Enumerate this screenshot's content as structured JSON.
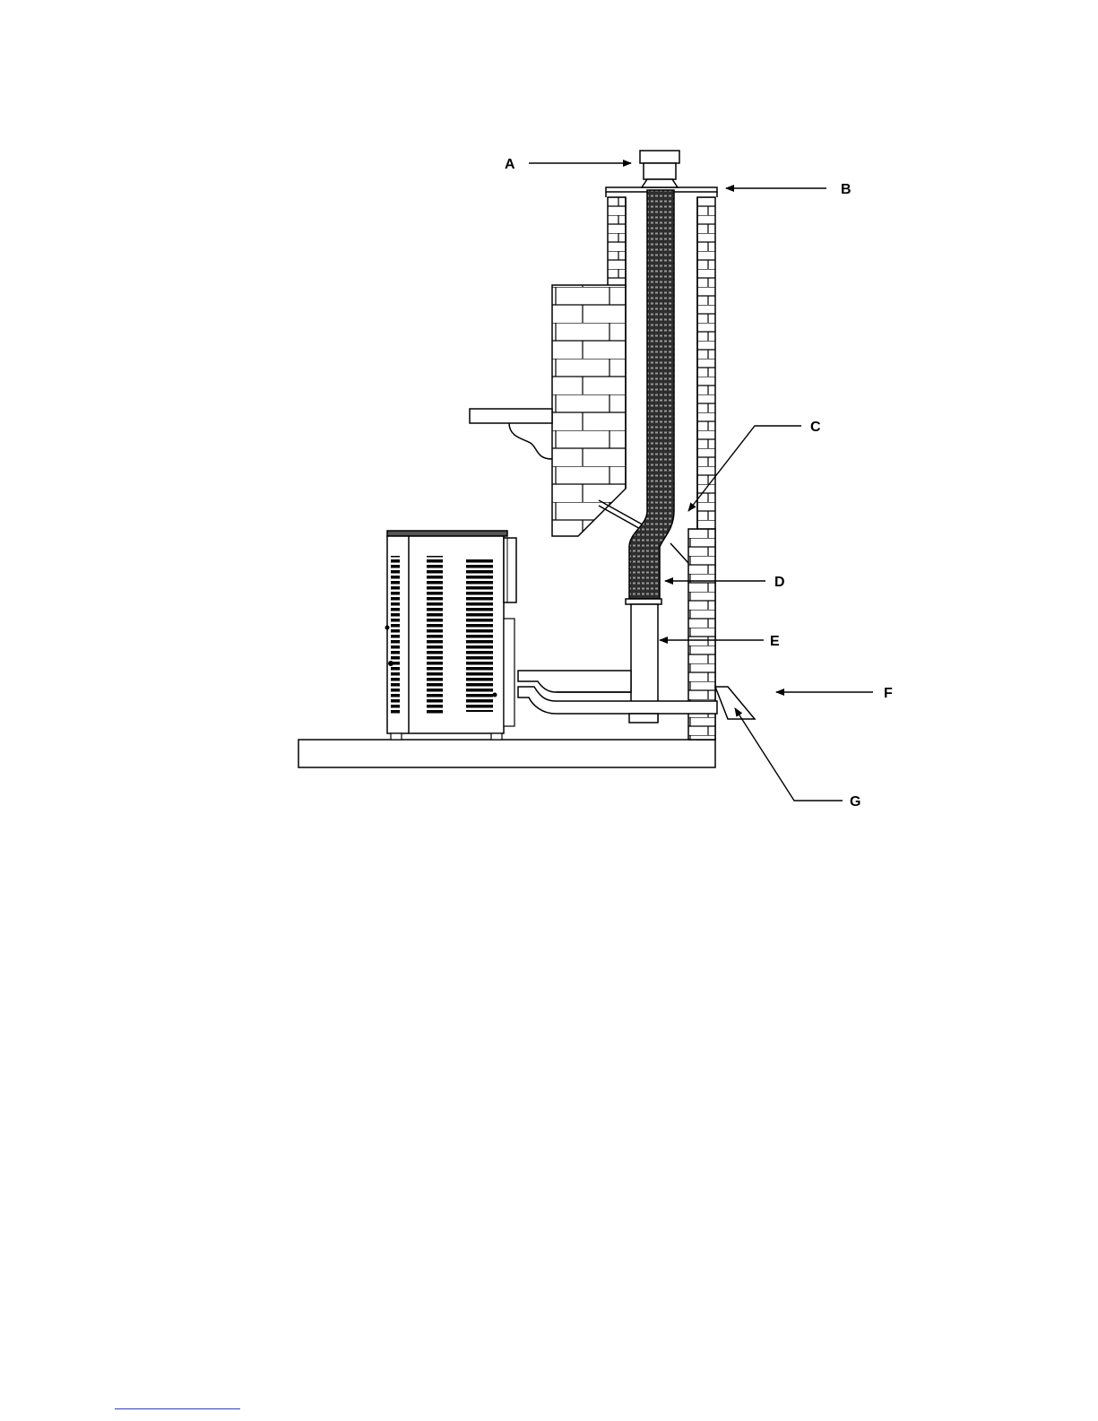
{
  "labels": {
    "a": "A",
    "b": "B",
    "c": "C",
    "d": "D",
    "e": "E",
    "f": "F",
    "g": "G"
  },
  "colors": {
    "line": "#000000",
    "liner": "#333333",
    "footer_link": "#2a3cd4"
  }
}
